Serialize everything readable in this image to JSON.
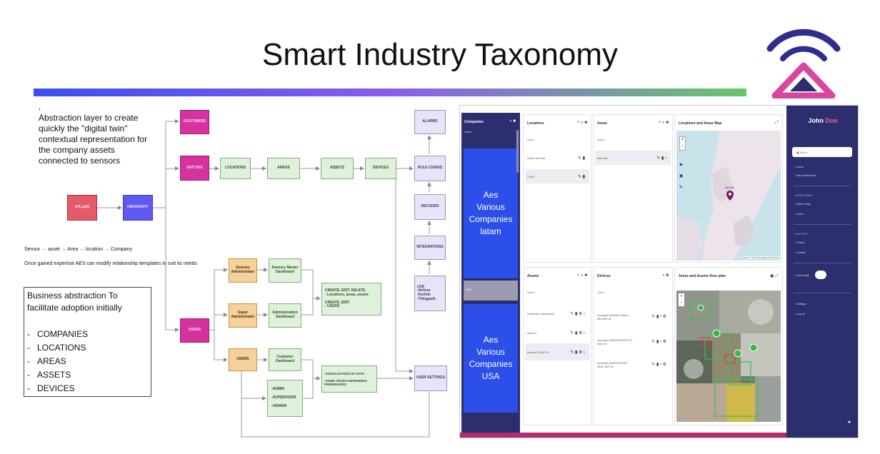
{
  "title": "Smart Industry  Taxonomy",
  "logo_icon": "signal-tower-logo",
  "intro": {
    "comma": ",",
    "lines": [
      "Abstraction layer to  create",
      "quickly the \"digital twin\"",
      "contextual representation for",
      "the company assets",
      "connected to sensors"
    ]
  },
  "sensor_note": {
    "line1": "Sensor → asset → Area → location → Company",
    "line2": "Once gained expertise AES can modify relationship templates to suit its needs"
  },
  "business_box": {
    "heading1": "Business abstraction To",
    "heading2": "facilitate adoption initially",
    "items": [
      "COMPANIES",
      "LOCATIONS",
      "AREAS",
      "ASSETS",
      "DEVICES"
    ]
  },
  "diagram": {
    "infeasy": "InfLogIQ",
    "hierarchy": "HIERARCHY",
    "customers": "CUSTOMERS",
    "entities": "ENTITIES",
    "users": "USERS",
    "locations": "LOCATIONS",
    "areas": "AREAS",
    "assets": "ASSETS",
    "devices": "DEVICES",
    "rule_chains": "RULE CHAINS",
    "alarms": "ALARMS",
    "decoder": "DECODER",
    "integrations": "INTEGRATIONS",
    "lns": {
      "title": "LNS",
      "l1": "-Helium",
      "l2": "-Kerlink",
      "l3": "-Thingpark"
    },
    "sensory_admin": "Sensory Administrator",
    "sensory_master": "Sensory Master Dashboard",
    "super_admin": "Super Administrator",
    "admin_dashboard": "Administration Dashboard",
    "users_o": "USERS",
    "customer_dashboard": "Customer Dashboard",
    "admin": "-ADMIN",
    "supervisor": "-SUPERVISOR",
    "viewer": "-VIEWER",
    "crud_box": {
      "l1": "CREATE, EDIT, DELETE",
      "l2": "- Locations, areas, assets",
      "l3": "CREATE, EDIT",
      "l4": "- USERS"
    },
    "visual_box": {
      "l1": "-VISUALIZATION OF DATA",
      "l2": "-SOME CRUDS DEPENDING",
      "l3": "PERMISSIONS"
    },
    "user_settings": "USER SETTINGS"
  },
  "app": {
    "companies": {
      "title": "Companies",
      "sub": "Name",
      "c1": [
        "Aes",
        "Various",
        "Companies",
        "latam"
      ],
      "mid": "AES",
      "c2": [
        "Aes",
        "Various",
        "Companies",
        "USA"
      ]
    },
    "locations": {
      "title": "Locations",
      "sub": "Name",
      "rows": [
        "Oeste de Este",
        "Colon"
      ]
    },
    "areas": {
      "title": "Areas",
      "sub": "Name",
      "rows": [
        "Isla Isfer"
      ]
    },
    "map": {
      "title": "Locations and Areas Map",
      "pin_label": "Isla Isfer",
      "attribution": "Leaflet | © OpenStreetMap contributors"
    },
    "assets": {
      "title": "Assets",
      "sub": "Name",
      "rows": [
        "Assett line Adventech",
        "Asset 2",
        "Bomba P-3307-B"
      ]
    },
    "devices": {
      "title": "Devices",
      "sub": "Label",
      "rows": [
        "Acceltrim EAR301-Motor 5B-3307-B",
        "Acceltrim EBPHPUPHP CE-3307-B",
        "Acceltrim EBPHPUPHP NDE-3307-B"
      ]
    },
    "floor": {
      "title": "Areas and Assets floor plan"
    },
    "sidebar": {
      "user_first": "John",
      "user_last": "Doe",
      "menu": "Menu",
      "home": "Home",
      "main_dashboard": "Main Dashboard",
      "super_admin": "SUPER ADMIN",
      "admin_page": "Admin Page",
      "users": "Users",
      "support": "SUPPORT",
      "tickets": "Tickets",
      "contact": "Contact",
      "dark_mode": "Dark mode",
      "settings": "Settings",
      "logout": "Log out"
    }
  },
  "colors": {
    "accent_purple": "#2d2e6e",
    "card_blue": "#2b4fe8",
    "magenta": "#d5319f"
  }
}
